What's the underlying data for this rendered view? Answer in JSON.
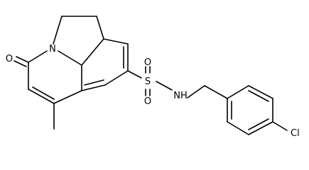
{
  "molecule": {
    "atom_labels": {
      "ring_oxygen": "O",
      "ring_nitrogen": "N",
      "sulfur": "S",
      "sulfonyl_oxygen_top": "O",
      "sulfonyl_oxygen_bottom": "O",
      "amide_nh": "NH",
      "chlorine": "Cl"
    }
  }
}
